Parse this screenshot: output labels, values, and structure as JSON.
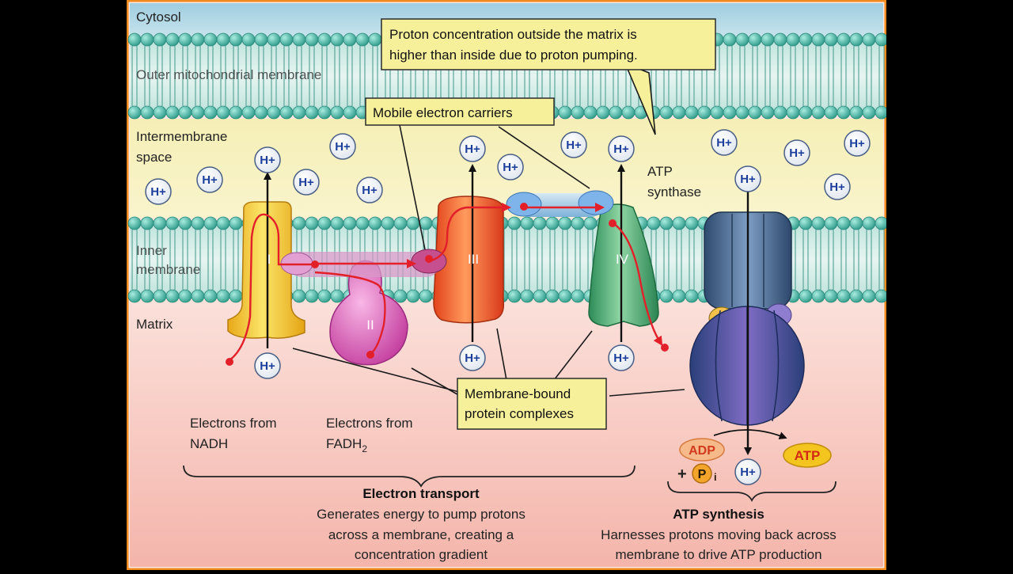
{
  "regions": {
    "cytosol": "Cytosol",
    "outer_membrane": "Outer mitochondrial membrane",
    "intermembrane_line1": "Intermembrane",
    "intermembrane_line2": "space",
    "inner_line1": "Inner",
    "inner_line2": "membrane",
    "matrix": "Matrix"
  },
  "callouts": {
    "proton_line1": "Proton concentration outside the matrix is",
    "proton_line2": "higher than inside due to proton pumping.",
    "mobile_carriers": "Mobile electron carriers",
    "membrane_bound_line1": "Membrane-bound",
    "membrane_bound_line2": "protein complexes"
  },
  "complexes": {
    "I": "I",
    "II": "II",
    "III": "III",
    "IV": "IV",
    "atp_synthase_line1": "ATP",
    "atp_synthase_line2": "synthase"
  },
  "proton_label": "H+",
  "electrons": {
    "nadh_line1": "Electrons from",
    "nadh_line2": "NADH",
    "fadh_line1": "Electrons from",
    "fadh_line2": "FADH",
    "fadh_sub": "2"
  },
  "molecules": {
    "adp": "ADP",
    "plus": "+",
    "pi": "P",
    "pi_sub": "i",
    "atp": "ATP"
  },
  "sections": {
    "electron_transport_title": "Electron transport",
    "electron_transport_line1": "Generates energy to pump protons",
    "electron_transport_line2": "across a membrane, creating a",
    "electron_transport_line3": "concentration gradient",
    "atp_synthesis_title": "ATP synthesis",
    "atp_synthesis_line1": "Harnesses protons moving back across",
    "atp_synthesis_line2": "membrane to drive ATP production"
  },
  "colors": {
    "cytosol": "#a9d3e2",
    "intermembrane": "#f7f1bd",
    "matrix": "#f7c9c0",
    "membrane_head": "#4fb8a8",
    "complex_I": "#f4cf3c",
    "complex_II": "#e46fc0",
    "complex_III": "#f2642a",
    "complex_IV": "#3aa56a",
    "atp_synthase": "#3d5f8c",
    "electron_path": "#e3202a",
    "callout": "#f7f09a"
  }
}
